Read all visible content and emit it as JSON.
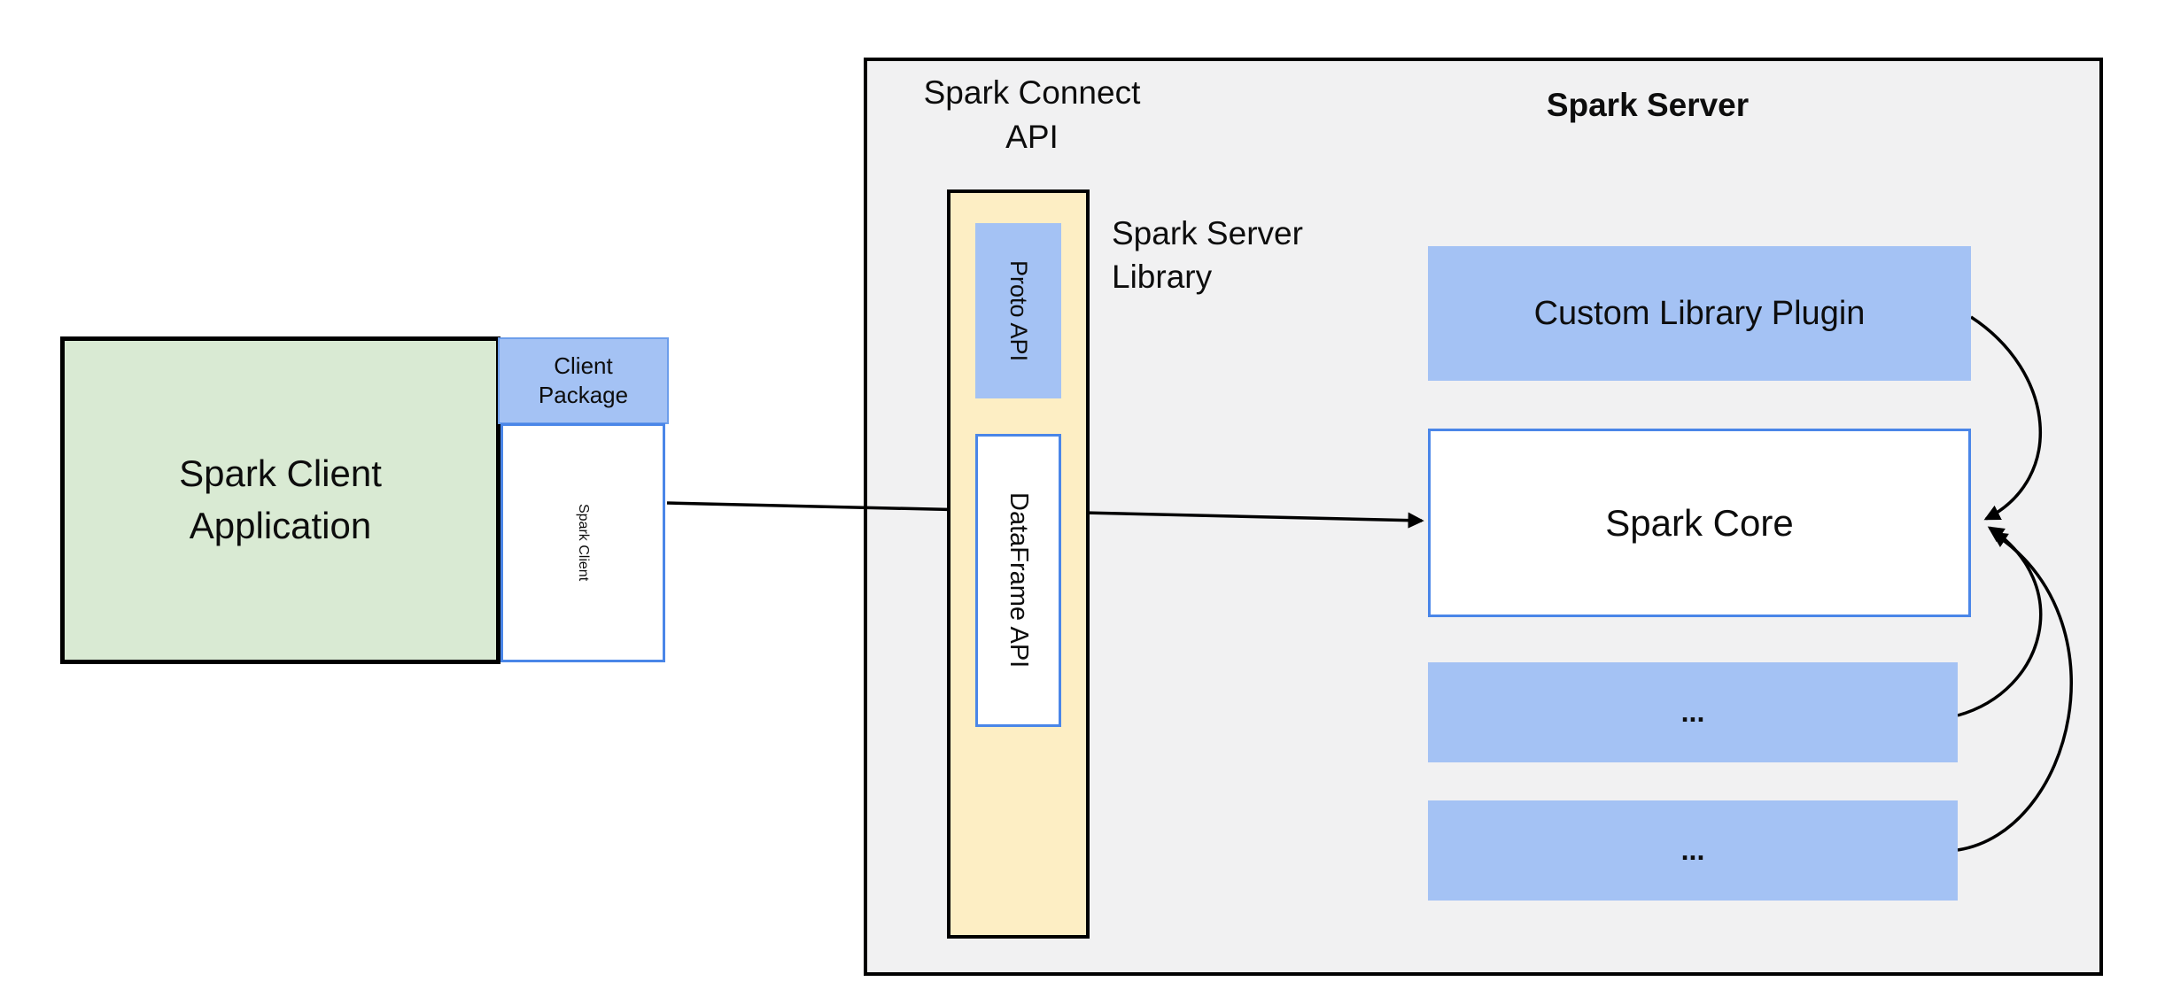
{
  "colors": {
    "blue_fill": "#a4c2f4",
    "blue_border": "#4a86e8",
    "package_border": "#6d9eeb",
    "green_fill": "#d9ead3",
    "yellow_fill": "#fdeec4",
    "gray_fill": "#f1f1f2",
    "line": "#000000"
  },
  "client": {
    "application_label": "Spark Client Application",
    "package_label": "Client Package",
    "client_label": "Spark Client"
  },
  "connect_api_label": "Spark Connect API",
  "server": {
    "title": "Spark Server",
    "library_label": "Spark Server Library",
    "proto_api_label": "Proto API",
    "dataframe_api_label": "DataFrame API",
    "custom_plugin_label": "Custom Library Plugin",
    "core_label": "Spark Core",
    "module_1_label": "...",
    "module_2_label": "..."
  }
}
